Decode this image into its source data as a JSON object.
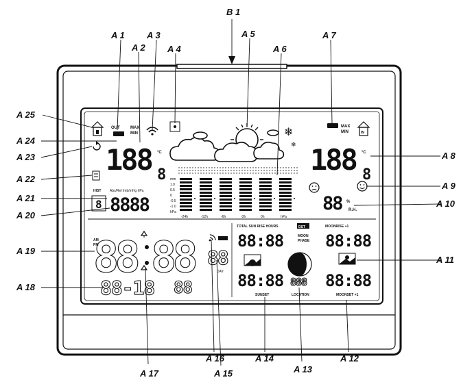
{
  "callouts": {
    "b1": "B 1",
    "a1": "A 1",
    "a2": "A 2",
    "a3": "A 3",
    "a4": "A 4",
    "a5": "A 5",
    "a6": "A 6",
    "a7": "A 7",
    "a8": "A 8",
    "a9": "A 9",
    "a10": "A 10",
    "a11": "A 11",
    "a12": "A 12",
    "a13": "A 13",
    "a14": "A 14",
    "a15": "A 15",
    "a16": "A 16",
    "a17": "A 17",
    "a18": "A 18",
    "a19": "A 19",
    "a20": "A 20",
    "a21": "A 21",
    "a22": "A 22",
    "a23": "A 23",
    "a24": "A 24",
    "a25": "A 25"
  },
  "lcd": {
    "out": "OUT",
    "max": "MAX",
    "min": "MIN",
    "in": "IN",
    "hist": "HIST",
    "abs_rel_humidity": "Abs/Rel Imb/mHg hPa",
    "degree_c": "°C",
    "rh": "R.H.",
    "percent": "%",
    "am": "AM",
    "pm": "PM",
    "total_sun_rise_hours": "TOTAL SUN RISE HOURS",
    "dst": "DST",
    "moon_phase_1": "MOON",
    "moon_phase_2": "PHASE",
    "moonrise": "MOONRISE +1",
    "sunset": "SUNSET",
    "location": "LOCATION",
    "moonset": "MOONSET +1",
    "day": "DAY",
    "out_temp_digits": "188",
    "out_temp_decimal": "8",
    "in_temp_digits": "188",
    "in_temp_decimal": "8",
    "pressure_digits": "8888",
    "humidity_digits": "88",
    "clock_digits_hours": "88",
    "clock_digits_minutes": "88",
    "clock_seconds": "88",
    "date_digits": "88-18",
    "weekday": "88",
    "sunrise_time": "88:88",
    "moonrise_time": "88:88",
    "sunset_time": "88:88",
    "location_digits": "888",
    "moonset_time": "88:88",
    "bar_axis_left": [
      "mm",
      "1.0",
      "0.5",
      "0",
      "-0.5",
      "-1.0",
      "hPa"
    ],
    "bar_axis_bottom": [
      "-24h",
      "-12h",
      "-6h",
      "-3h",
      "0h",
      "hPa"
    ]
  }
}
